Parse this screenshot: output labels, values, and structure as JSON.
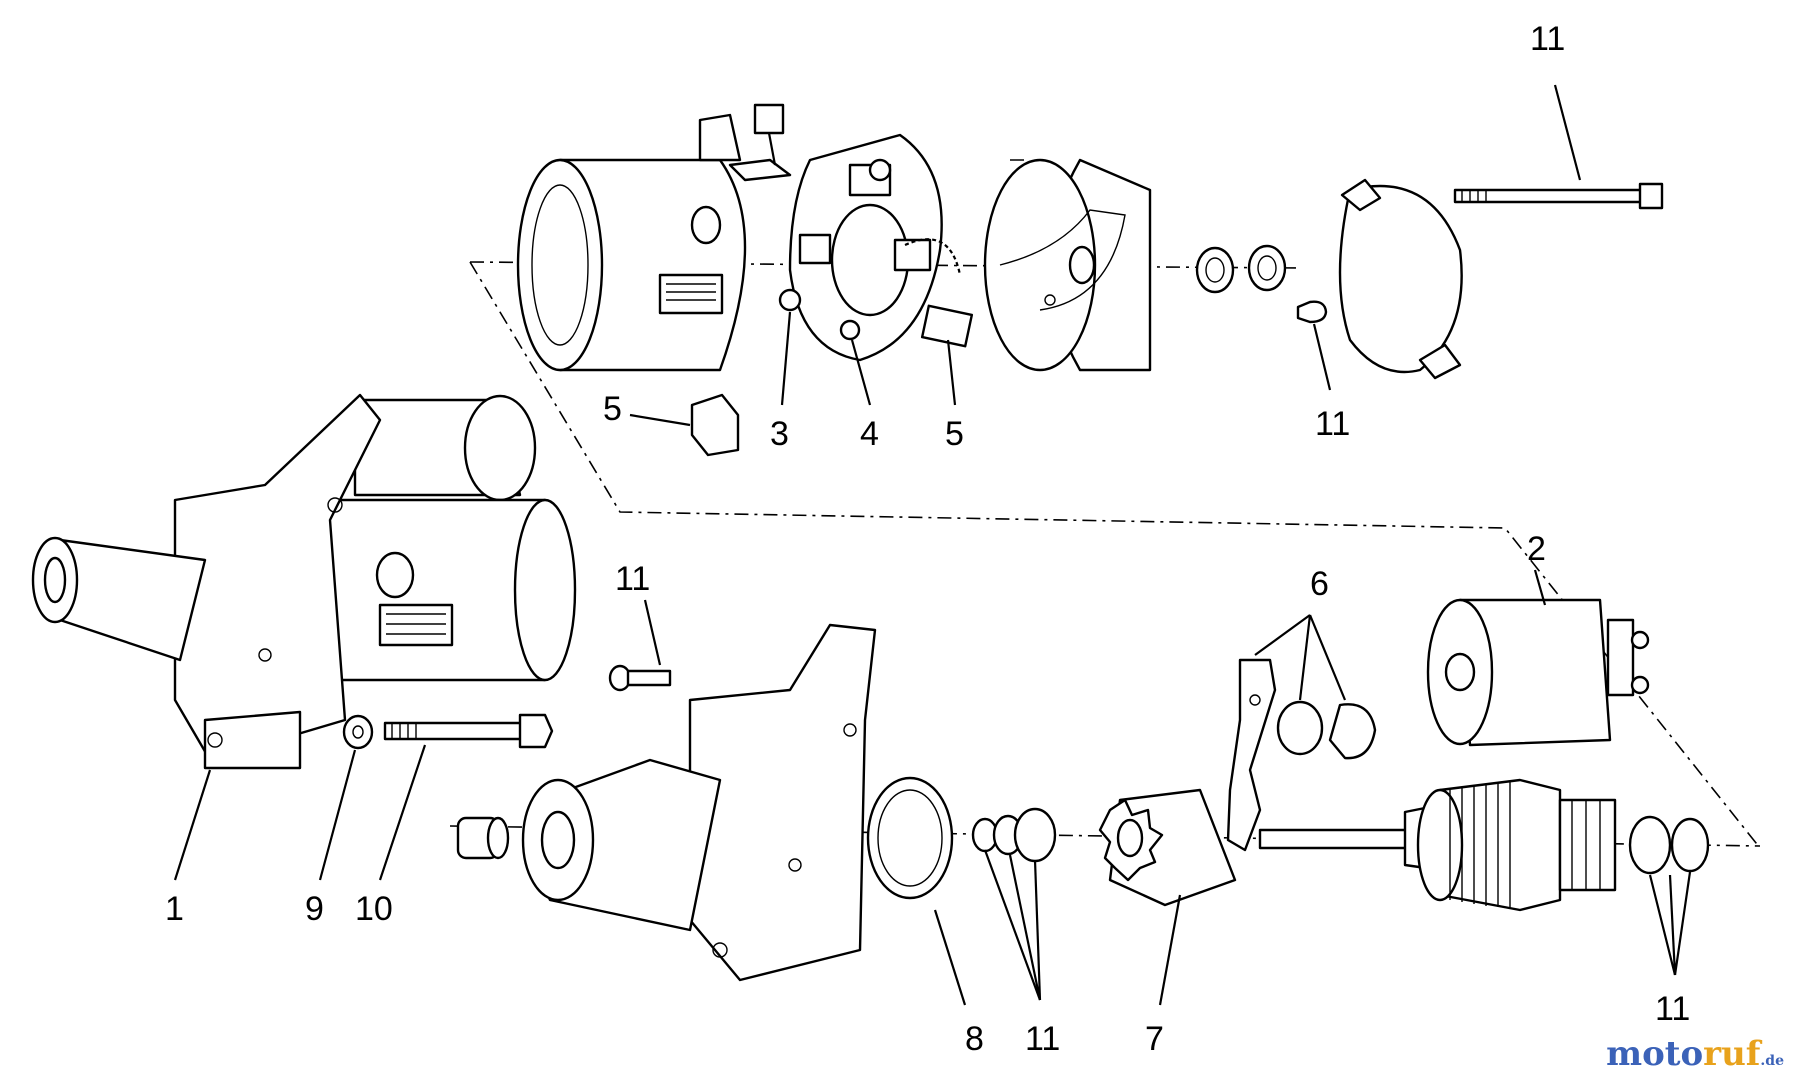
{
  "callouts": [
    {
      "id": "c11a",
      "text": "11"
    },
    {
      "id": "c5a",
      "text": "5"
    },
    {
      "id": "c3",
      "text": "3"
    },
    {
      "id": "c4",
      "text": "4"
    },
    {
      "id": "c5b",
      "text": "5"
    },
    {
      "id": "c11b",
      "text": "11"
    },
    {
      "id": "c11c",
      "text": "11"
    },
    {
      "id": "c2",
      "text": "2"
    },
    {
      "id": "c6",
      "text": "6"
    },
    {
      "id": "c1",
      "text": "1"
    },
    {
      "id": "c9",
      "text": "9"
    },
    {
      "id": "c10",
      "text": "10"
    },
    {
      "id": "c8",
      "text": "8"
    },
    {
      "id": "c11d",
      "text": "11"
    },
    {
      "id": "c7",
      "text": "7"
    },
    {
      "id": "c11e",
      "text": "11"
    }
  ],
  "watermark": {
    "part1": "moto",
    "part2": "ruf",
    "part3": ".de"
  }
}
